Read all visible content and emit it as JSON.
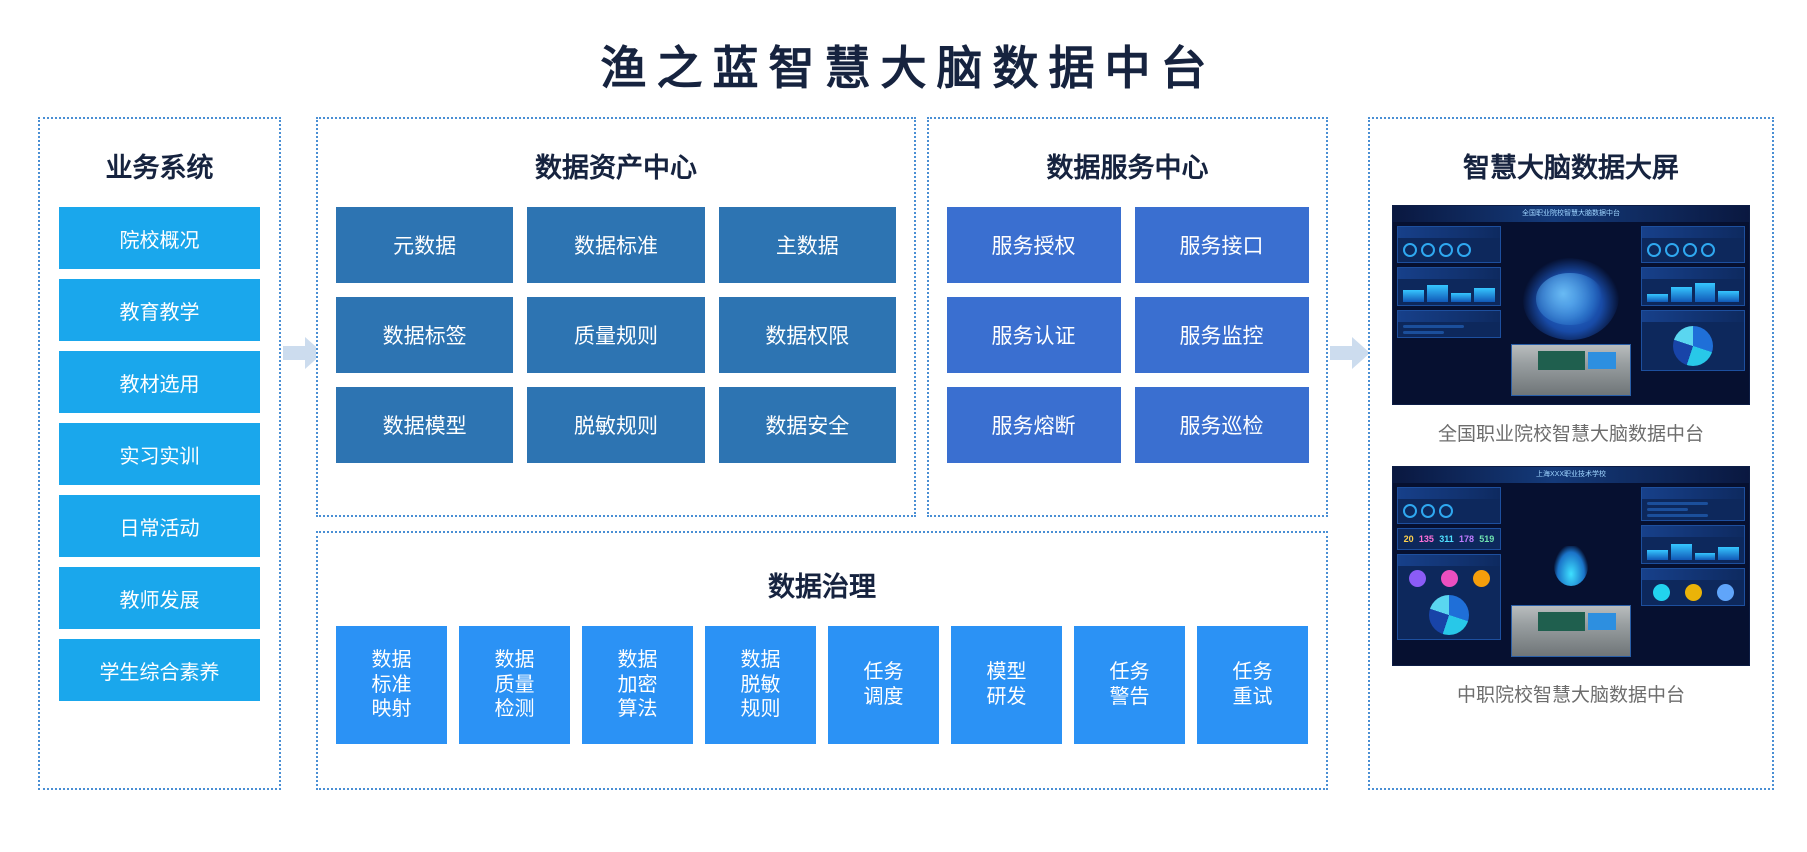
{
  "title": "渔之蓝智慧大脑数据中台",
  "business": {
    "title": "业务系统",
    "items": [
      {
        "label": "院校概况"
      },
      {
        "label": "教育教学"
      },
      {
        "label": "教材选用"
      },
      {
        "label": "实习实训"
      },
      {
        "label": "日常活动"
      },
      {
        "label": "教师发展"
      },
      {
        "label": "学生综合素养"
      }
    ]
  },
  "asset_center": {
    "title": "数据资产中心",
    "cards": [
      {
        "label": "元数据"
      },
      {
        "label": "数据标准"
      },
      {
        "label": "主数据"
      },
      {
        "label": "数据标签"
      },
      {
        "label": "质量规则"
      },
      {
        "label": "数据权限"
      },
      {
        "label": "数据模型"
      },
      {
        "label": "脱敏规则"
      },
      {
        "label": "数据安全"
      }
    ]
  },
  "service_center": {
    "title": "数据服务中心",
    "cards": [
      {
        "label": "服务授权"
      },
      {
        "label": "服务接口"
      },
      {
        "label": "服务认证"
      },
      {
        "label": "服务监控"
      },
      {
        "label": "服务熔断"
      },
      {
        "label": "服务巡检"
      }
    ]
  },
  "governance": {
    "title": "数据治理",
    "cards": [
      {
        "label": "数据\n标准\n映射"
      },
      {
        "label": "数据\n质量\n检测"
      },
      {
        "label": "数据\n加密\n算法"
      },
      {
        "label": "数据\n脱敏\n规则"
      },
      {
        "label": "任务\n调度"
      },
      {
        "label": "模型\n研发"
      },
      {
        "label": "任务\n警告"
      },
      {
        "label": "任务\n重试"
      }
    ]
  },
  "screens": {
    "title": "智慧大脑数据大屏",
    "items": [
      {
        "caption": "全国职业院校智慧大脑数据中台",
        "screen_title": "全国职业院校智慧大脑数据中台"
      },
      {
        "caption": "中职院校智慧大脑数据中台",
        "screen_title": "上海XXX职业技术学校",
        "stats": [
          "20",
          "135",
          "311",
          "178",
          "519"
        ]
      }
    ]
  },
  "connectors": [
    {
      "name": "arrow-business-to-asset"
    },
    {
      "name": "arrow-service-to-screens"
    }
  ],
  "colors": {
    "title_navy": "#16233f",
    "business_card": "#1aa7ec",
    "asset_card": "#2d74b2",
    "service_card": "#3a6fd0",
    "governance_card": "#2b92f5",
    "panel_border": "#4a8fd4",
    "caption_gray": "#6d6d6d",
    "arrow": "#ccdcee"
  }
}
